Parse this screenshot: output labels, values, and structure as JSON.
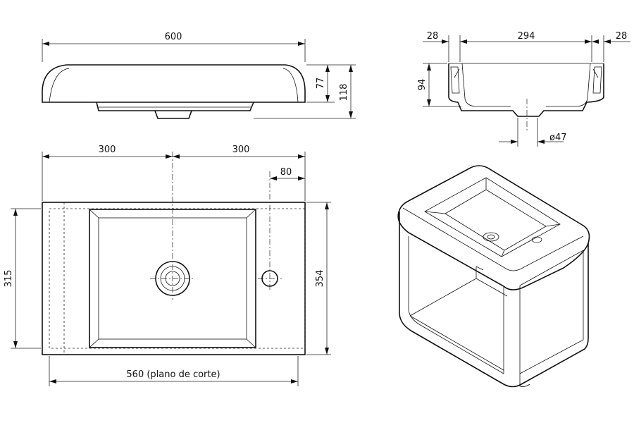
{
  "drawing": {
    "side_view": {
      "width_label": "600",
      "height_inner_label": "77",
      "height_total_label": "118"
    },
    "top_view": {
      "left_half_label": "300",
      "right_half_label": "300",
      "tap_offset_label": "80",
      "inner_depth_label": "315",
      "total_depth_label": "354",
      "cut_plane_label": "560 (plano de corte)"
    },
    "section_view": {
      "left_wall_label": "28",
      "inner_width_label": "294",
      "right_wall_label": "28",
      "depth_label": "94",
      "drain_label": "ø47"
    }
  },
  "colors": {
    "line": "#111111",
    "background": "#ffffff"
  }
}
